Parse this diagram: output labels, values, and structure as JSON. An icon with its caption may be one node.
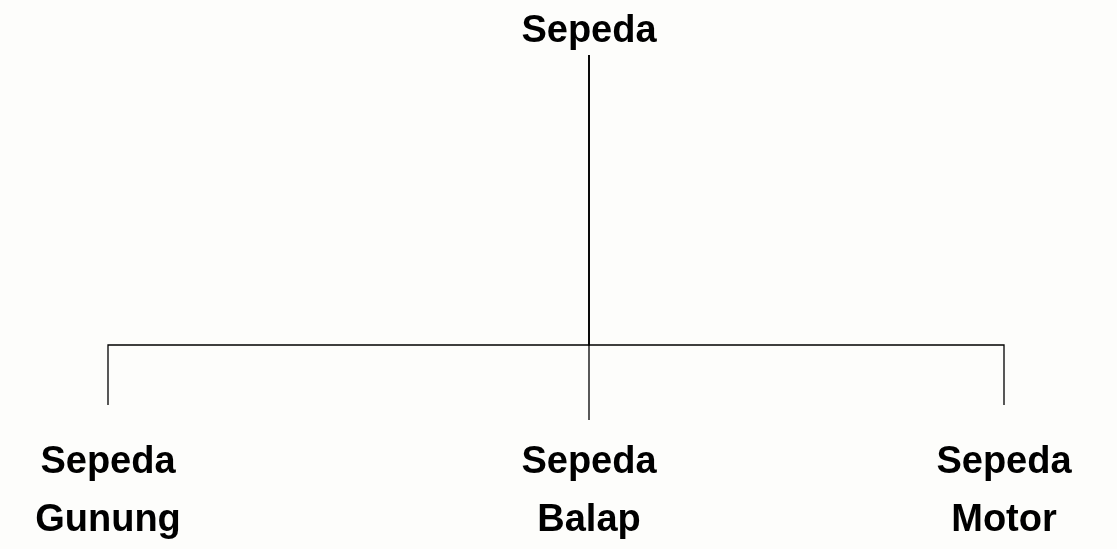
{
  "diagram": {
    "nodes": [
      {
        "text": [
          "Sepeda"
        ]
      },
      {
        "text": [
          "Sepeda Gunung"
        ]
      },
      {
        "text": [
          "Sepeda Balap"
        ]
      },
      {
        "text": [
          "Sepeda Motor"
        ]
      }
    ],
    "edges": [
      {
        "from": 0,
        "to": 1,
        "arrow": "none"
      },
      {
        "from": 0,
        "to": 2,
        "arrow": "none"
      },
      {
        "from": 0,
        "to": 3,
        "arrow": "none"
      }
    ]
  }
}
